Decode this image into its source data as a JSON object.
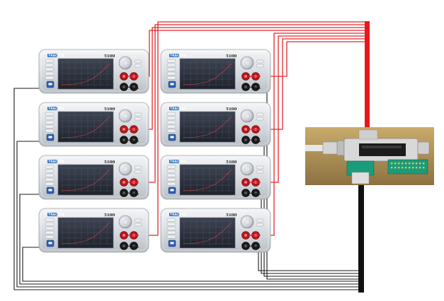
{
  "title": "",
  "instruments": [
    {
      "id": "smu-1",
      "brand": "TRACTEK",
      "model": "5100"
    },
    {
      "id": "smu-2",
      "brand": "TRACTEK",
      "model": "5100"
    },
    {
      "id": "smu-3",
      "brand": "TRACTEK",
      "model": "5100"
    },
    {
      "id": "smu-4",
      "brand": "TRACTEK",
      "model": "5100"
    },
    {
      "id": "smu-5",
      "brand": "TRACTEK",
      "model": "5100"
    },
    {
      "id": "smu-6",
      "brand": "TRACTEK",
      "model": "5100"
    },
    {
      "id": "smu-7",
      "brand": "TRACTEK",
      "model": "5100"
    },
    {
      "id": "smu-8",
      "brand": "TRACTEK",
      "model": "5100"
    }
  ],
  "wiring": {
    "positive_color": "#e3262a",
    "negative_color": "#1a1a1a",
    "bundle_positive_color": "#e8161b",
    "bundle_negative_color": "#111111"
  },
  "fixture": {
    "name": "",
    "board_color": "#1a9c7a",
    "background_color": "#b89a5c"
  }
}
